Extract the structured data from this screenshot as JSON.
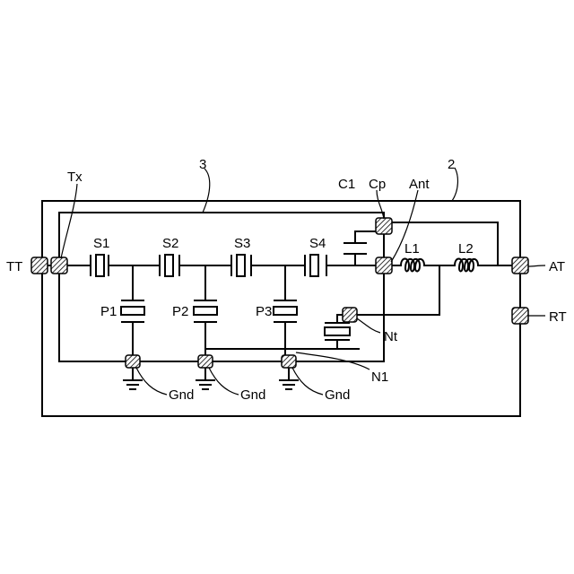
{
  "ref_module": "2",
  "ref_chip": "3",
  "terminals": {
    "tt": "TT",
    "tx": "Tx",
    "cp": "Cp",
    "ant": "Ant",
    "at": "AT",
    "rt": "RT",
    "nt": "Nt",
    "n1": "N1"
  },
  "series_resonators": [
    "S1",
    "S2",
    "S3",
    "S4"
  ],
  "parallel_resonators": [
    "P1",
    "P2",
    "P3"
  ],
  "capacitor": "C1",
  "inductors": [
    "L1",
    "L2"
  ],
  "grounds": [
    "Gnd",
    "Gnd",
    "Gnd"
  ]
}
